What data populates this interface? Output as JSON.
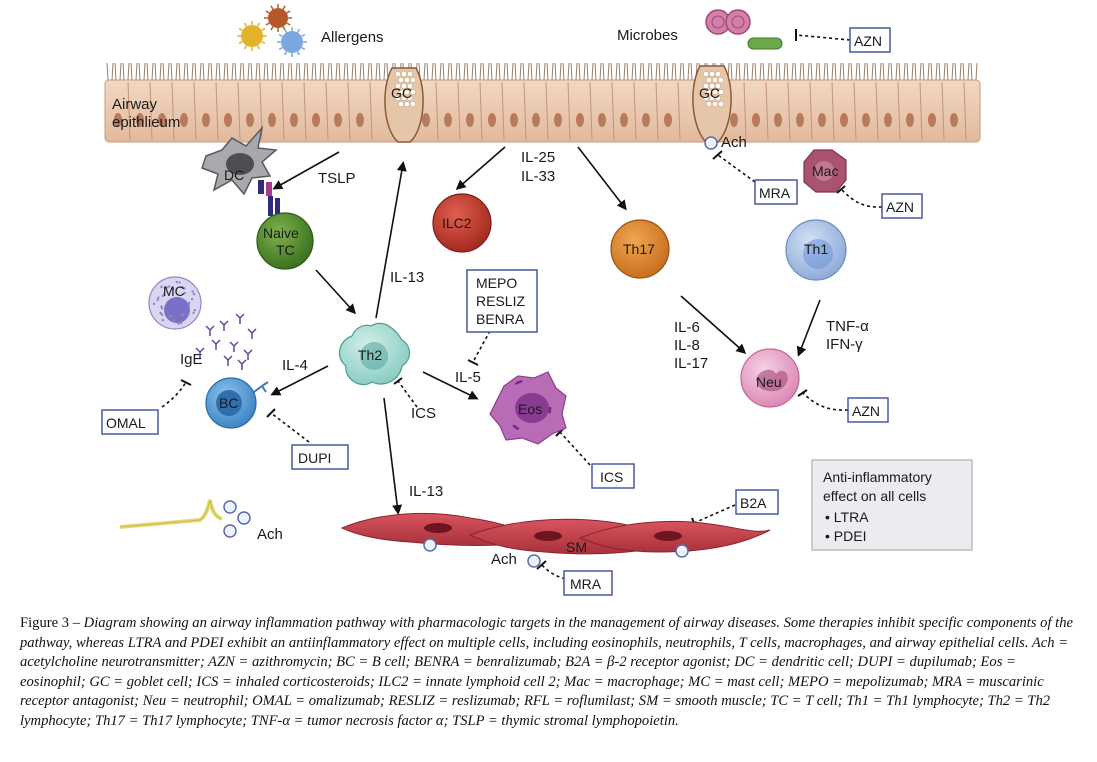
{
  "labels": {
    "allergens": "Allergens",
    "microbes": "Microbes",
    "airway_line1": "Airway",
    "airway_line2": "epithlieum",
    "gc": "GC",
    "tslp": "TSLP",
    "dc": "DC",
    "naive_line1": "Naive",
    "naive_line2": "TC",
    "il25": "IL-25",
    "il33": "IL-33",
    "ilc2": "ILC2",
    "th17": "Th17",
    "ach": "Ach",
    "mac": "Mac",
    "th1": "Th1",
    "il13": "IL-13",
    "mc": "MC",
    "ige": "IgE",
    "th2": "Th2",
    "il4": "IL-4",
    "bc": "BC",
    "ics": "ICS",
    "il5": "IL-5",
    "eos": "Eos",
    "il6": "IL-6",
    "il8": "IL-8",
    "il17": "IL-17",
    "tnf": "TNF-α",
    "ifn": "IFN-γ",
    "neu": "Neu",
    "sm": "SM"
  },
  "drug_boxes": {
    "azn": "AZN",
    "mra": "MRA",
    "mepo": "MEPO",
    "resliz": "RESLIZ",
    "benra": "BENRA",
    "omal": "OMAL",
    "dupi": "DUPI",
    "ics": "ICS",
    "b2a": "B2A"
  },
  "anti_inflammatory_box": {
    "line1": "Anti-inflammatory",
    "line2": "effect on all cells",
    "item1": "• LTRA",
    "item2": "• PDEI"
  },
  "caption": {
    "label": "Figure 3 – ",
    "text": "Diagram showing an airway inflammation pathway with pharmacologic targets in the management of airway diseases. Some therapies inhibit specific components of the pathway, whereas LTRA and PDEI exhibit an antiinflammatory effect on multiple cells, including eosinophils, neutrophils, T cells, macrophages, and airway epithelial cells. Ach = acetylcholine neurotransmitter; AZN = azithromycin; BC = B cell; BENRA = benralizumab; B2A = β-2 receptor agonist; DC = dendritic cell; DUPI = dupilumab; Eos = eosinophil; GC = goblet cell; ICS = inhaled corticosteroids; ILC2 = innate lymphoid cell 2; Mac = macrophage; MC = mast cell; MEPO = mepolizumab; MRA = muscarinic receptor antagonist; Neu = neutrophil; OMAL = omalizumab; RESLIZ = reslizumab; RFL = roflumilast; SM = smooth muscle; TC = T cell; Th1 = Th1 lymphocyte; Th2 = Th2 lymphocyte; Th17 = Th17 lymphocyte; TNF-α = tumor necrosis factor α; TSLP = thymic stromal lymphopoietin."
  },
  "colors": {
    "ilc2": "#c0392b",
    "th17": "#e08a2c",
    "th1": "#a9c1e6",
    "naive_tc": "#4e8a2c",
    "th2": "#8fd0c8",
    "bc": "#5a9fd6",
    "eos": "#b05cae",
    "neu": "#e5a3c6",
    "mac": "#a8546e",
    "smooth_muscle": "#c2414b"
  }
}
